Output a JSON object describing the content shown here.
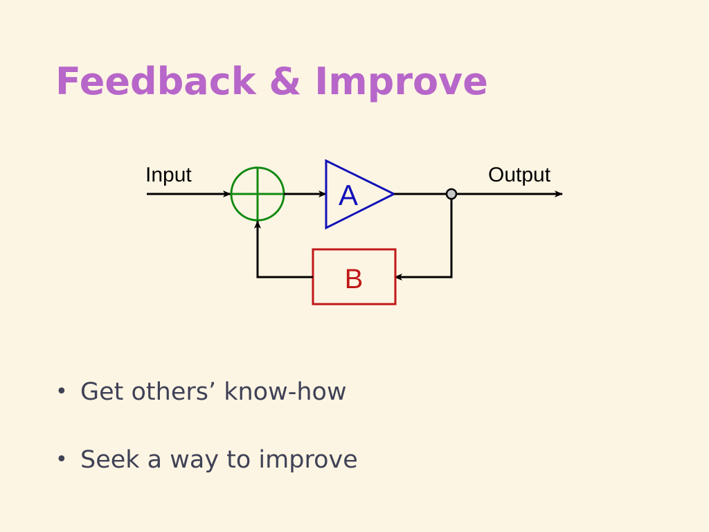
{
  "title": "Feedback & Improve",
  "diagram": {
    "input_label": "Input",
    "output_label": "Output",
    "block_a_label": "A",
    "block_b_label": "B"
  },
  "bullets": [
    {
      "marker": "•",
      "text": "Get others’ know-how"
    },
    {
      "marker": "•",
      "text": "Seek a way to improve"
    }
  ],
  "colors": {
    "background": "#FDF5E3",
    "title": "#B766C9",
    "bullet_text": "#3F4156",
    "summing_junction": "#118A11",
    "block_a": "#1010B8",
    "block_b": "#C01818",
    "line": "#000000",
    "node_fill": "#C8C8C8"
  }
}
